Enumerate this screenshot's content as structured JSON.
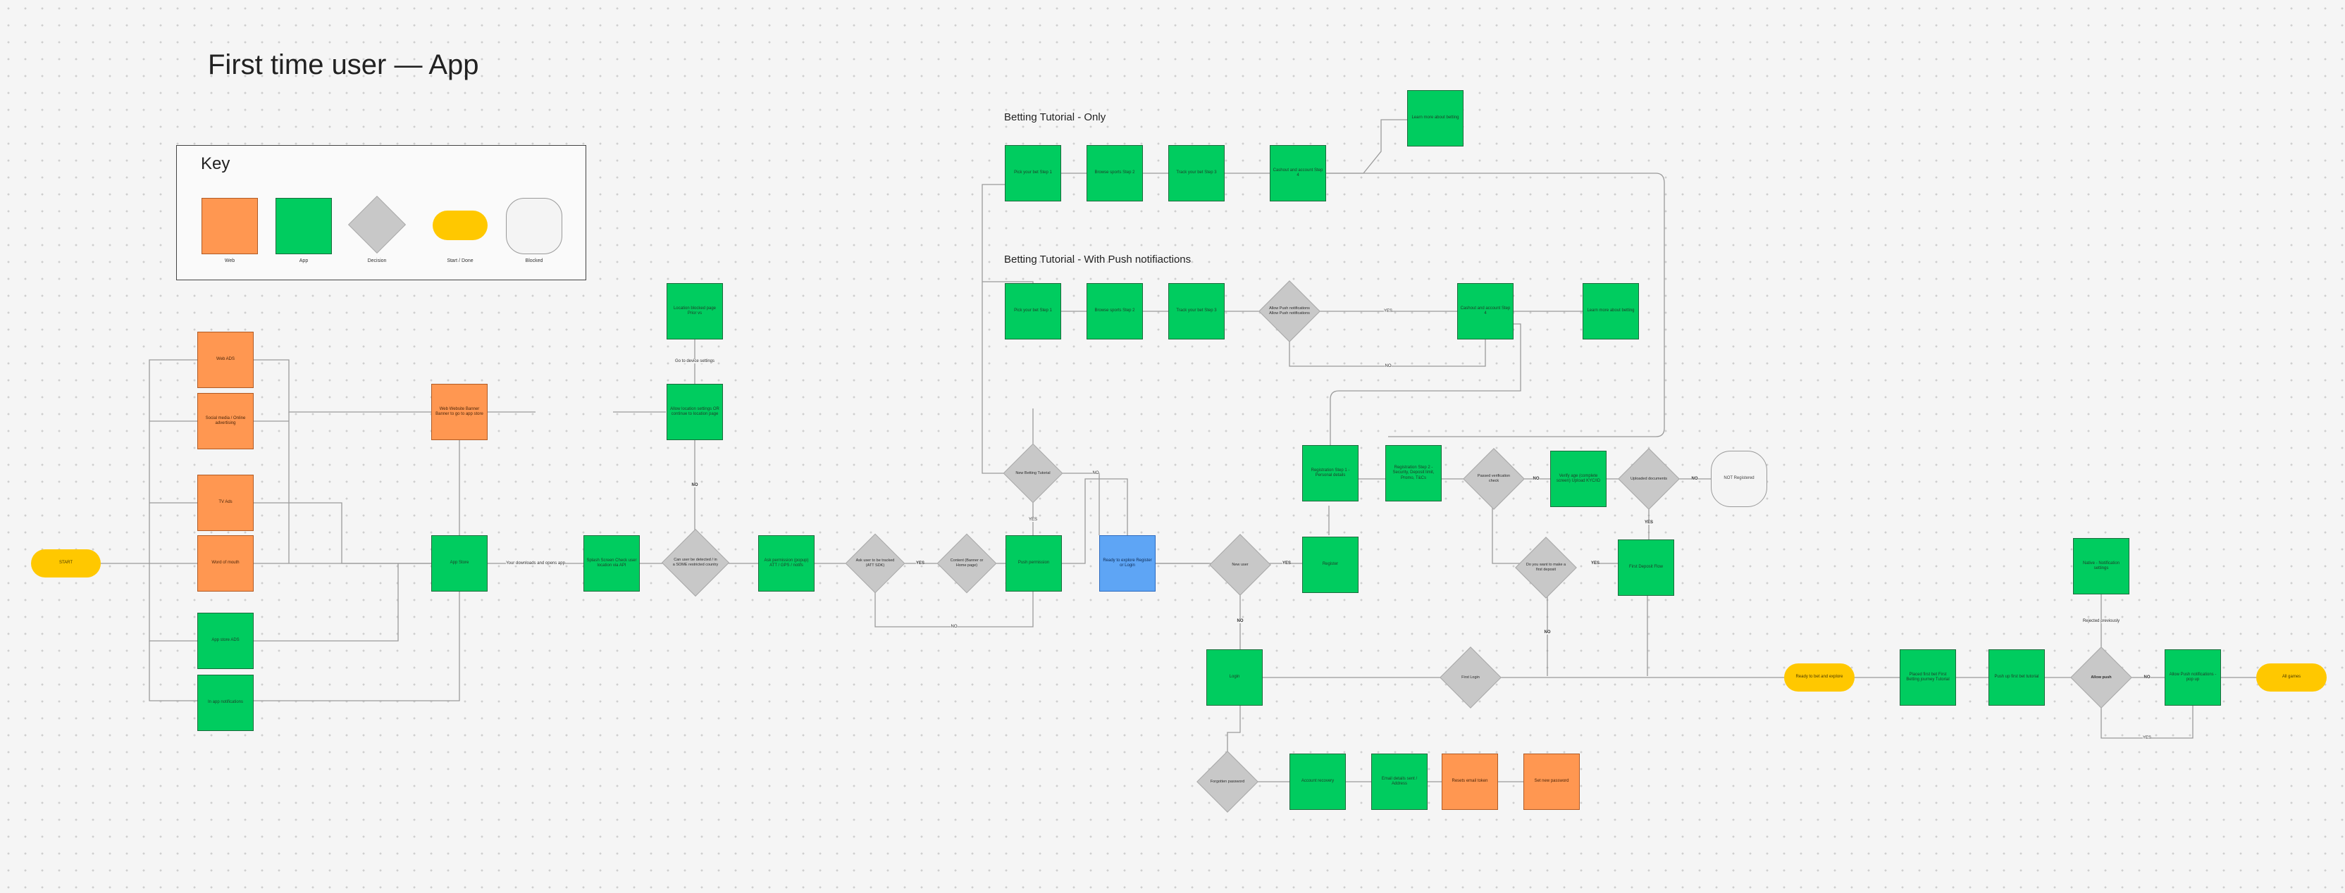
{
  "title": "First time user — App",
  "key": {
    "title": "Key",
    "items": [
      {
        "type": "web",
        "label": "Web"
      },
      {
        "type": "app",
        "label": "App"
      },
      {
        "type": "decision",
        "label": "Decision"
      },
      {
        "type": "terminal",
        "label": "Start / Done"
      },
      {
        "type": "blocked",
        "label": "Blocked"
      }
    ]
  },
  "sections": {
    "betting_only": "Betting Tutorial - Only",
    "betting_push": "Betting Tutorial - With Push notifiactions"
  },
  "colors": {
    "app": "#00cc5f",
    "web": "#ff9751",
    "decision": "#c8c8c8",
    "terminal": "#ffc800",
    "blocked": "#f4f4f4",
    "highlight": "#5ea5f5"
  },
  "nodes": [
    {
      "id": "start",
      "type": "terminal",
      "text": "START"
    },
    {
      "id": "web_ad",
      "type": "web",
      "text": "Web ADS"
    },
    {
      "id": "social",
      "type": "web",
      "text": "Social media / Online advertising"
    },
    {
      "id": "tv_ads",
      "type": "web",
      "text": "TV Ads"
    },
    {
      "id": "word_mouth",
      "type": "web",
      "text": "Word of mouth"
    },
    {
      "id": "app_ads",
      "type": "app",
      "text": "App store ADS"
    },
    {
      "id": "in_app",
      "type": "app",
      "text": "In app notifications"
    },
    {
      "id": "web_banner",
      "type": "web",
      "text": "Web Website Banner Banner to go to app store"
    },
    {
      "id": "app_store",
      "type": "app",
      "text": "App Store"
    },
    {
      "id": "splash",
      "type": "app",
      "text": "Splash Screen Check user location via API"
    },
    {
      "id": "loc_allowed",
      "type": "diamond",
      "text": "Can user be detected / in a SOME restricted country"
    },
    {
      "id": "loc_settings",
      "type": "app",
      "text": "Allow location settings OR continue to location page"
    },
    {
      "id": "loc_blocked",
      "type": "app",
      "text": "Location blocked page Prior vs"
    },
    {
      "id": "loc_push",
      "type": "app",
      "text": "Ask permission (popup) ATT / GPS / notifs"
    },
    {
      "id": "ask_tracked",
      "type": "diamond",
      "text": "Ask user to be tracked (ATT SDK)"
    },
    {
      "id": "content",
      "type": "diamond",
      "text": "Content (Banner or Home page)"
    },
    {
      "id": "push_perm",
      "type": "app",
      "text": "Push permission"
    },
    {
      "id": "new_betting",
      "type": "diamond",
      "text": "New Betting Tutorial"
    },
    {
      "id": "ready",
      "type": "blue",
      "text": "Ready to explore Register or Login"
    },
    {
      "id": "new_user",
      "type": "diamond",
      "text": "New user"
    },
    {
      "id": "register",
      "type": "app",
      "text": "Register"
    },
    {
      "id": "login",
      "type": "app",
      "text": "Login"
    },
    {
      "id": "forgotten",
      "type": "diamond",
      "text": "Forgotten password"
    },
    {
      "id": "reset_email",
      "type": "app",
      "text": "Account recovery"
    },
    {
      "id": "email_opened",
      "type": "app",
      "text": "Email details sent / Address"
    },
    {
      "id": "reset_web",
      "type": "web",
      "text": "Resets email token"
    },
    {
      "id": "set_password",
      "type": "web",
      "text": "Set new password"
    },
    {
      "id": "first_login",
      "type": "diamond",
      "text": "First Login"
    },
    {
      "id": "reg1",
      "type": "app",
      "text": "Registration Step 1 - Personal details"
    },
    {
      "id": "reg2",
      "type": "app",
      "text": "Registration Step 2 - Security, Deposit limit, Promo, T&Cs"
    },
    {
      "id": "push_notif",
      "type": "diamond",
      "text": "Passed verification check"
    },
    {
      "id": "verify",
      "type": "app",
      "text": "Verify age (complete screen) Upload KYC/ID"
    },
    {
      "id": "upload_docs",
      "type": "diamond",
      "text": "Uploaded documents"
    },
    {
      "id": "not_reg",
      "type": "blocked",
      "text": "NOT Registered"
    },
    {
      "id": "make_deposit",
      "type": "diamond",
      "text": "Do you want to make a first deposit"
    },
    {
      "id": "first_deposit",
      "type": "app",
      "text": "First Deposit Flow"
    },
    {
      "id": "ready_bet",
      "type": "terminal",
      "text": "Ready to bet and explore"
    },
    {
      "id": "bet_first",
      "type": "app",
      "text": "Placed first bet First Betting journey Tutorial"
    },
    {
      "id": "push_bet",
      "type": "app",
      "text": "Push up first bet tutorial"
    },
    {
      "id": "allow_push",
      "type": "diamond",
      "text": "Allow push"
    },
    {
      "id": "allow_push_notif",
      "type": "app",
      "text": "Allow Push notifications - pop up"
    },
    {
      "id": "notif_settings",
      "type": "app",
      "text": "Native - Notification settings"
    },
    {
      "id": "all_done",
      "type": "terminal",
      "text": "All games"
    },
    {
      "id": "o_step1",
      "type": "app",
      "text": "Pick your bet Step 1"
    },
    {
      "id": "o_step2",
      "type": "app",
      "text": "Browse sports Step 2"
    },
    {
      "id": "o_step3",
      "type": "app",
      "text": "Track your bet Step 3"
    },
    {
      "id": "o_step4",
      "type": "app",
      "text": "Cashout and account Step 4"
    },
    {
      "id": "o_learn",
      "type": "app",
      "text": "Learn more about betting"
    },
    {
      "id": "p_step1",
      "type": "app",
      "text": "Pick your bet Step 1"
    },
    {
      "id": "p_step2",
      "type": "app",
      "text": "Browse sports Step 2"
    },
    {
      "id": "p_step3",
      "type": "app",
      "text": "Track your bet Step 3"
    },
    {
      "id": "p_allow",
      "type": "diamond",
      "text": "Allow Push notifications Allow Push notifications"
    },
    {
      "id": "p_step4",
      "type": "app",
      "text": "Cashout and account Step 4"
    },
    {
      "id": "p_learn",
      "type": "app",
      "text": "Learn more about betting"
    }
  ],
  "labels": [
    {
      "id": "l_downloads",
      "text": "Your downloads and opens app"
    },
    {
      "id": "l_settings",
      "text": "Go to device settings"
    },
    {
      "id": "l_no1",
      "text": "NO"
    },
    {
      "id": "l_yes1",
      "text": "YES"
    },
    {
      "id": "l_no2",
      "text": "NO"
    },
    {
      "id": "l_no3",
      "text": "NO"
    },
    {
      "id": "l_yes2",
      "text": "YES"
    },
    {
      "id": "l_yes3",
      "text": "YES"
    },
    {
      "id": "l_no4",
      "text": "NO"
    },
    {
      "id": "l_no5",
      "text": "NO"
    },
    {
      "id": "l_yes4",
      "text": "YES"
    },
    {
      "id": "l_no6",
      "text": "NO"
    },
    {
      "id": "l_yes5",
      "text": "YES"
    },
    {
      "id": "l_no7",
      "text": "NO"
    },
    {
      "id": "l_yes6",
      "text": "YES"
    },
    {
      "id": "l_no8",
      "text": "NO"
    },
    {
      "id": "l_rejected",
      "text": "Rejected previously"
    },
    {
      "id": "l_no9",
      "text": "NO"
    },
    {
      "id": "l_yes7",
      "text": "YES"
    }
  ]
}
